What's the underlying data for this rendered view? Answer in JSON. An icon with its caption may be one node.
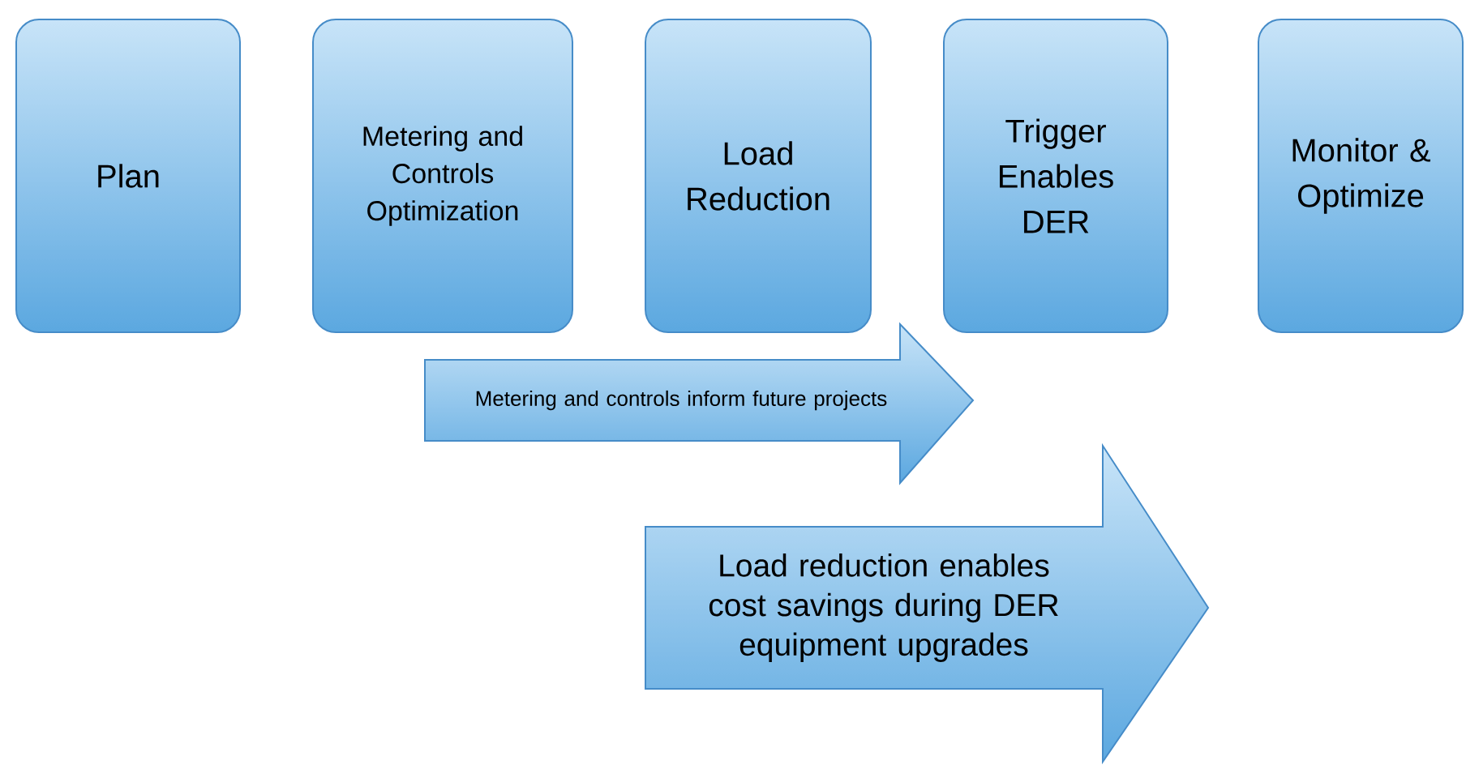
{
  "diagram": {
    "nodes": [
      {
        "text": [
          "Plan"
        ]
      },
      {
        "text": [
          "Metering and Controls Optimization"
        ]
      },
      {
        "text": [
          "Load Reduction"
        ]
      },
      {
        "text": [
          "Trigger Enables DER"
        ]
      },
      {
        "text": [
          "Monitor & Optimize"
        ]
      },
      {
        "text": [
          "Metering and controls inform future projects"
        ]
      },
      {
        "text": [
          "Load reduction enables cost savings during DER equipment upgrades"
        ]
      }
    ]
  }
}
